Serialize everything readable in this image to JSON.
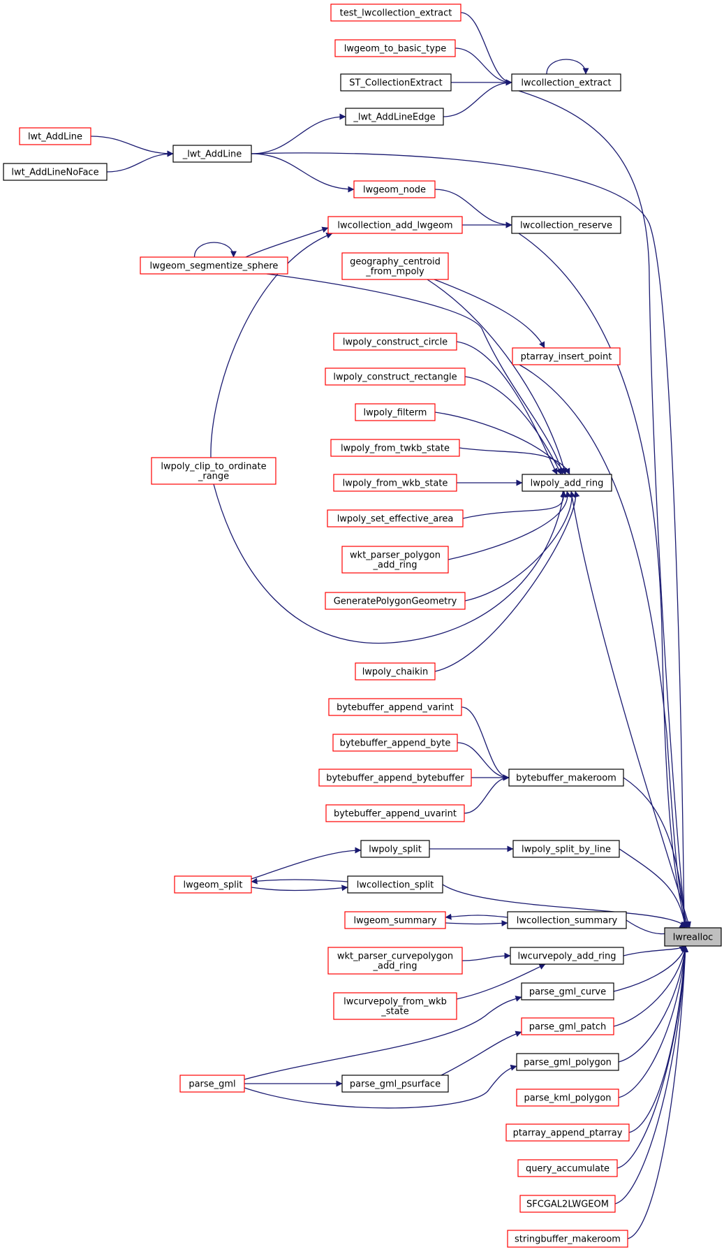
{
  "graph": {
    "colors": {
      "edge": "#191970",
      "link_border": "#ff0000",
      "plain_border": "#000000",
      "target_fill": "#bfbfbf",
      "background": "#ffffff"
    },
    "nodes": [
      {
        "id": "lwrealloc",
        "lines": [
          "lwrealloc"
        ],
        "kind": "target"
      },
      {
        "id": "test_lwcollection_extract",
        "lines": [
          "test_lwcollection_extract"
        ],
        "kind": "link"
      },
      {
        "id": "lwgeom_to_basic_type",
        "lines": [
          "lwgeom_to_basic_type"
        ],
        "kind": "link"
      },
      {
        "id": "ST_CollectionExtract",
        "lines": [
          "ST_CollectionExtract"
        ],
        "kind": "plain"
      },
      {
        "id": "lwcollection_extract",
        "lines": [
          "lwcollection_extract"
        ],
        "kind": "plain"
      },
      {
        "id": "_lwt_AddLineEdge",
        "lines": [
          "_lwt_AddLineEdge"
        ],
        "kind": "plain"
      },
      {
        "id": "lwt_AddLine",
        "lines": [
          "lwt_AddLine"
        ],
        "kind": "link"
      },
      {
        "id": "lwt_AddLineNoFace",
        "lines": [
          "lwt_AddLineNoFace"
        ],
        "kind": "plain"
      },
      {
        "id": "_lwt_AddLine",
        "lines": [
          "_lwt_AddLine"
        ],
        "kind": "plain"
      },
      {
        "id": "lwgeom_node",
        "lines": [
          "lwgeom_node"
        ],
        "kind": "link"
      },
      {
        "id": "lwcollection_add_lwgeom",
        "lines": [
          "lwcollection_add_lwgeom"
        ],
        "kind": "link"
      },
      {
        "id": "lwcollection_reserve",
        "lines": [
          "lwcollection_reserve"
        ],
        "kind": "plain"
      },
      {
        "id": "lwgeom_segmentize_sphere",
        "lines": [
          "lwgeom_segmentize_sphere"
        ],
        "kind": "link"
      },
      {
        "id": "geography_centroid_from_mpoly",
        "lines": [
          "geography_centroid",
          "_from_mpoly"
        ],
        "kind": "link"
      },
      {
        "id": "ptarray_insert_point",
        "lines": [
          "ptarray_insert_point"
        ],
        "kind": "link"
      },
      {
        "id": "lwpoly_construct_circle",
        "lines": [
          "lwpoly_construct_circle"
        ],
        "kind": "link"
      },
      {
        "id": "lwpoly_construct_rectangle",
        "lines": [
          "lwpoly_construct_rectangle"
        ],
        "kind": "link"
      },
      {
        "id": "lwpoly_filterm",
        "lines": [
          "lwpoly_filterm"
        ],
        "kind": "link"
      },
      {
        "id": "lwpoly_from_twkb_state",
        "lines": [
          "lwpoly_from_twkb_state"
        ],
        "kind": "link"
      },
      {
        "id": "lwpoly_clip_to_ordinate_range",
        "lines": [
          "lwpoly_clip_to_ordinate",
          "_range"
        ],
        "kind": "link"
      },
      {
        "id": "lwpoly_from_wkb_state",
        "lines": [
          "lwpoly_from_wkb_state"
        ],
        "kind": "link"
      },
      {
        "id": "lwpoly_add_ring",
        "lines": [
          "lwpoly_add_ring"
        ],
        "kind": "plain"
      },
      {
        "id": "lwpoly_set_effective_area",
        "lines": [
          "lwpoly_set_effective_area"
        ],
        "kind": "link"
      },
      {
        "id": "wkt_parser_polygon_add_ring",
        "lines": [
          "wkt_parser_polygon",
          "_add_ring"
        ],
        "kind": "link"
      },
      {
        "id": "GeneratePolygonGeometry",
        "lines": [
          "GeneratePolygonGeometry"
        ],
        "kind": "link"
      },
      {
        "id": "lwpoly_chaikin",
        "lines": [
          "lwpoly_chaikin"
        ],
        "kind": "link"
      },
      {
        "id": "bytebuffer_append_varint",
        "lines": [
          "bytebuffer_append_varint"
        ],
        "kind": "link"
      },
      {
        "id": "bytebuffer_append_byte",
        "lines": [
          "bytebuffer_append_byte"
        ],
        "kind": "link"
      },
      {
        "id": "bytebuffer_append_bytebuffer",
        "lines": [
          "bytebuffer_append_bytebuffer"
        ],
        "kind": "link"
      },
      {
        "id": "bytebuffer_makeroom",
        "lines": [
          "bytebuffer_makeroom"
        ],
        "kind": "plain"
      },
      {
        "id": "bytebuffer_append_uvarint",
        "lines": [
          "bytebuffer_append_uvarint"
        ],
        "kind": "link"
      },
      {
        "id": "lwpoly_split",
        "lines": [
          "lwpoly_split"
        ],
        "kind": "plain"
      },
      {
        "id": "lwpoly_split_by_line",
        "lines": [
          "lwpoly_split_by_line"
        ],
        "kind": "plain"
      },
      {
        "id": "lwgeom_split",
        "lines": [
          "lwgeom_split"
        ],
        "kind": "link"
      },
      {
        "id": "lwcollection_split",
        "lines": [
          "lwcollection_split"
        ],
        "kind": "plain"
      },
      {
        "id": "lwgeom_summary",
        "lines": [
          "lwgeom_summary"
        ],
        "kind": "link"
      },
      {
        "id": "lwcollection_summary",
        "lines": [
          "lwcollection_summary"
        ],
        "kind": "plain"
      },
      {
        "id": "wkt_parser_curvepolygon_add_ring",
        "lines": [
          "wkt_parser_curvepolygon",
          "_add_ring"
        ],
        "kind": "link"
      },
      {
        "id": "lwcurvepoly_add_ring",
        "lines": [
          "lwcurvepoly_add_ring"
        ],
        "kind": "plain"
      },
      {
        "id": "lwcurvepoly_from_wkb_state",
        "lines": [
          "lwcurvepoly_from_wkb",
          "_state"
        ],
        "kind": "link"
      },
      {
        "id": "parse_gml_curve",
        "lines": [
          "parse_gml_curve"
        ],
        "kind": "plain"
      },
      {
        "id": "parse_gml_patch",
        "lines": [
          "parse_gml_patch"
        ],
        "kind": "link"
      },
      {
        "id": "parse_gml_polygon",
        "lines": [
          "parse_gml_polygon"
        ],
        "kind": "plain"
      },
      {
        "id": "parse_gml",
        "lines": [
          "parse_gml"
        ],
        "kind": "link"
      },
      {
        "id": "parse_gml_psurface",
        "lines": [
          "parse_gml_psurface"
        ],
        "kind": "plain"
      },
      {
        "id": "parse_kml_polygon",
        "lines": [
          "parse_kml_polygon"
        ],
        "kind": "link"
      },
      {
        "id": "ptarray_append_ptarray",
        "lines": [
          "ptarray_append_ptarray"
        ],
        "kind": "link"
      },
      {
        "id": "query_accumulate",
        "lines": [
          "query_accumulate"
        ],
        "kind": "link"
      },
      {
        "id": "SFCGAL2LWGEOM",
        "lines": [
          "SFCGAL2LWGEOM"
        ],
        "kind": "link"
      },
      {
        "id": "stringbuffer_makeroom",
        "lines": [
          "stringbuffer_makeroom"
        ],
        "kind": "link"
      }
    ],
    "edges": [
      {
        "from": "test_lwcollection_extract",
        "to": "lwcollection_extract"
      },
      {
        "from": "lwgeom_to_basic_type",
        "to": "lwcollection_extract"
      },
      {
        "from": "ST_CollectionExtract",
        "to": "lwcollection_extract"
      },
      {
        "from": "_lwt_AddLineEdge",
        "to": "lwcollection_extract"
      },
      {
        "from": "lwcollection_extract",
        "to": "lwcollection_extract"
      },
      {
        "from": "_lwt_AddLine",
        "to": "_lwt_AddLineEdge"
      },
      {
        "from": "lwt_AddLine",
        "to": "_lwt_AddLine"
      },
      {
        "from": "lwt_AddLineNoFace",
        "to": "_lwt_AddLine"
      },
      {
        "from": "_lwt_AddLine",
        "to": "lwgeom_node"
      },
      {
        "from": "lwgeom_node",
        "to": "lwcollection_reserve"
      },
      {
        "from": "lwcollection_add_lwgeom",
        "to": "lwcollection_reserve"
      },
      {
        "from": "lwgeom_segmentize_sphere",
        "to": "lwcollection_add_lwgeom"
      },
      {
        "from": "lwgeom_segmentize_sphere",
        "to": "lwgeom_segmentize_sphere"
      },
      {
        "from": "lwpoly_clip_to_ordinate_range",
        "to": "lwcollection_add_lwgeom"
      },
      {
        "from": "lwgeom_segmentize_sphere",
        "to": "lwpoly_add_ring"
      },
      {
        "from": "geography_centroid_from_mpoly",
        "to": "ptarray_insert_point"
      },
      {
        "from": "geography_centroid_from_mpoly",
        "to": "lwpoly_add_ring"
      },
      {
        "from": "lwpoly_construct_circle",
        "to": "lwpoly_add_ring"
      },
      {
        "from": "lwpoly_construct_rectangle",
        "to": "lwpoly_add_ring"
      },
      {
        "from": "lwpoly_filterm",
        "to": "lwpoly_add_ring"
      },
      {
        "from": "lwpoly_from_twkb_state",
        "to": "lwpoly_add_ring"
      },
      {
        "from": "lwpoly_from_wkb_state",
        "to": "lwpoly_add_ring"
      },
      {
        "from": "lwpoly_set_effective_area",
        "to": "lwpoly_add_ring"
      },
      {
        "from": "wkt_parser_polygon_add_ring",
        "to": "lwpoly_add_ring"
      },
      {
        "from": "GeneratePolygonGeometry",
        "to": "lwpoly_add_ring"
      },
      {
        "from": "lwpoly_chaikin",
        "to": "lwpoly_add_ring"
      },
      {
        "from": "lwpoly_clip_to_ordinate_range",
        "to": "lwpoly_add_ring"
      },
      {
        "from": "bytebuffer_append_varint",
        "to": "bytebuffer_makeroom"
      },
      {
        "from": "bytebuffer_append_byte",
        "to": "bytebuffer_makeroom"
      },
      {
        "from": "bytebuffer_append_bytebuffer",
        "to": "bytebuffer_makeroom"
      },
      {
        "from": "bytebuffer_append_uvarint",
        "to": "bytebuffer_makeroom"
      },
      {
        "from": "lwpoly_split",
        "to": "lwpoly_split_by_line"
      },
      {
        "from": "lwgeom_split",
        "to": "lwpoly_split"
      },
      {
        "from": "lwcollection_split",
        "to": "lwgeom_split"
      },
      {
        "from": "lwgeom_split",
        "to": "lwcollection_split"
      },
      {
        "from": "lwcollection_summary",
        "to": "lwgeom_summary"
      },
      {
        "from": "lwgeom_summary",
        "to": "lwcollection_summary"
      },
      {
        "from": "wkt_parser_curvepolygon_add_ring",
        "to": "lwcurvepoly_add_ring"
      },
      {
        "from": "lwcurvepoly_from_wkb_state",
        "to": "lwcurvepoly_add_ring"
      },
      {
        "from": "parse_gml",
        "to": "parse_gml_curve"
      },
      {
        "from": "parse_gml",
        "to": "parse_gml_psurface"
      },
      {
        "from": "parse_gml",
        "to": "parse_gml_polygon"
      },
      {
        "from": "parse_gml_psurface",
        "to": "parse_gml_patch"
      },
      {
        "from": "lwcollection_extract",
        "to": "lwrealloc"
      },
      {
        "from": "_lwt_AddLine",
        "to": "lwrealloc"
      },
      {
        "from": "lwcollection_reserve",
        "to": "lwrealloc"
      },
      {
        "from": "ptarray_insert_point",
        "to": "lwrealloc"
      },
      {
        "from": "lwpoly_add_ring",
        "to": "lwrealloc"
      },
      {
        "from": "bytebuffer_makeroom",
        "to": "lwrealloc"
      },
      {
        "from": "lwpoly_split_by_line",
        "to": "lwrealloc"
      },
      {
        "from": "lwcollection_split",
        "to": "lwrealloc"
      },
      {
        "from": "lwcollection_summary",
        "to": "lwrealloc"
      },
      {
        "from": "lwcurvepoly_add_ring",
        "to": "lwrealloc"
      },
      {
        "from": "parse_gml_curve",
        "to": "lwrealloc"
      },
      {
        "from": "parse_gml_patch",
        "to": "lwrealloc"
      },
      {
        "from": "parse_gml_polygon",
        "to": "lwrealloc"
      },
      {
        "from": "parse_kml_polygon",
        "to": "lwrealloc"
      },
      {
        "from": "ptarray_append_ptarray",
        "to": "lwrealloc"
      },
      {
        "from": "query_accumulate",
        "to": "lwrealloc"
      },
      {
        "from": "SFCGAL2LWGEOM",
        "to": "lwrealloc"
      },
      {
        "from": "stringbuffer_makeroom",
        "to": "lwrealloc"
      }
    ]
  }
}
